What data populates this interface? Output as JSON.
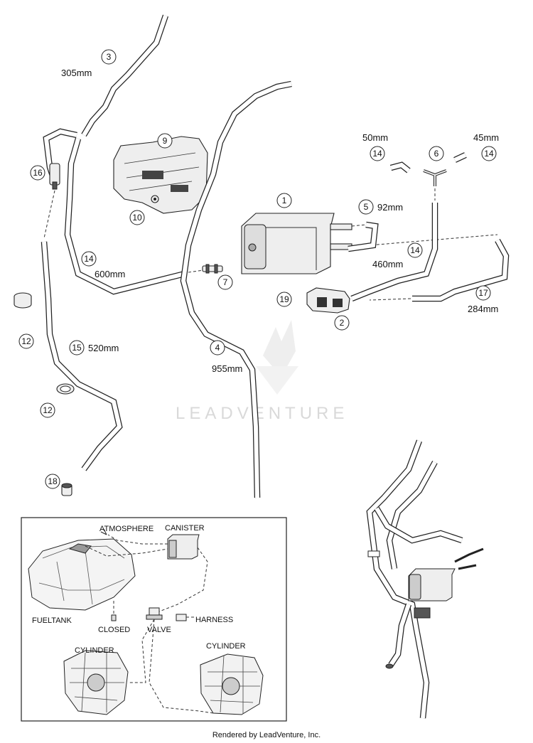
{
  "callouts": [
    {
      "id": "c1",
      "n": "1"
    },
    {
      "id": "c2",
      "n": "2"
    },
    {
      "id": "c3",
      "n": "3"
    },
    {
      "id": "c4",
      "n": "4"
    },
    {
      "id": "c5",
      "n": "5"
    },
    {
      "id": "c6",
      "n": "6"
    },
    {
      "id": "c7",
      "n": "7"
    },
    {
      "id": "c9",
      "n": "9"
    },
    {
      "id": "c10",
      "n": "10"
    },
    {
      "id": "c12a",
      "n": "12"
    },
    {
      "id": "c12b",
      "n": "12"
    },
    {
      "id": "c14a",
      "n": "14"
    },
    {
      "id": "c14b",
      "n": "14"
    },
    {
      "id": "c14c",
      "n": "14"
    },
    {
      "id": "c14d",
      "n": "14"
    },
    {
      "id": "c15",
      "n": "15"
    },
    {
      "id": "c16",
      "n": "16"
    },
    {
      "id": "c17",
      "n": "17"
    },
    {
      "id": "c18",
      "n": "18"
    },
    {
      "id": "c19",
      "n": "19"
    }
  ],
  "lengths": {
    "l3": "305mm",
    "l14_50": "50mm",
    "l14_45": "45mm",
    "l5": "92mm",
    "l14_600": "600mm",
    "l14_460": "460mm",
    "l17": "284mm",
    "l15": "520mm",
    "l4": "955mm"
  },
  "inset": {
    "atmosphere": "ATMOSPHERE",
    "canister": "CANISTER",
    "fueltank": "FUELTANK",
    "closed": "CLOSED",
    "valve": "VALVE",
    "harness": "HARNESS",
    "cylinder_left": "CYLINDER",
    "cylinder_right": "CYLINDER"
  },
  "watermark": "LEADVENTURE",
  "footer": "Rendered by LeadVenture, Inc."
}
